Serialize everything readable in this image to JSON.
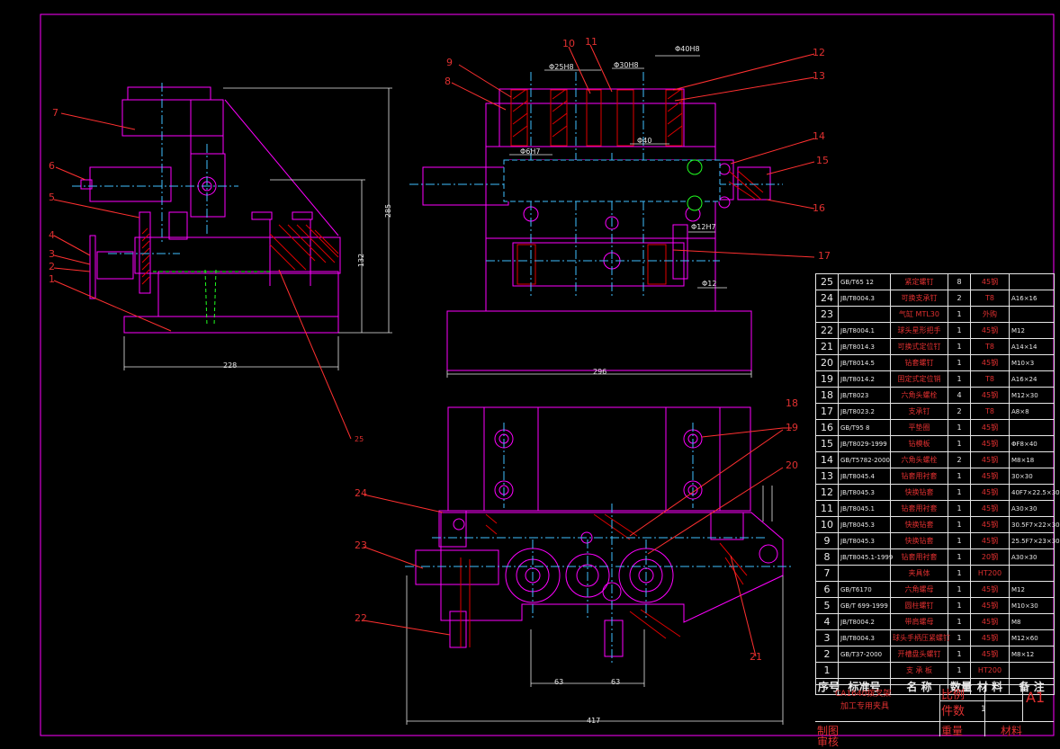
{
  "part_labels": [
    {
      "id": "p1",
      "text": "1"
    },
    {
      "id": "p2",
      "text": "2"
    },
    {
      "id": "p3",
      "text": "3"
    },
    {
      "id": "p4",
      "text": "4"
    },
    {
      "id": "p5",
      "text": "5"
    },
    {
      "id": "p6",
      "text": "6"
    },
    {
      "id": "p7",
      "text": "7"
    },
    {
      "id": "p8",
      "text": "8"
    },
    {
      "id": "p9",
      "text": "9"
    },
    {
      "id": "p10",
      "text": "10"
    },
    {
      "id": "p11",
      "text": "11"
    },
    {
      "id": "p12",
      "text": "12"
    },
    {
      "id": "p13",
      "text": "13"
    },
    {
      "id": "p14",
      "text": "14"
    },
    {
      "id": "p15",
      "text": "15"
    },
    {
      "id": "p16",
      "text": "16"
    },
    {
      "id": "p17",
      "text": "17"
    },
    {
      "id": "p18",
      "text": "18"
    },
    {
      "id": "p19",
      "text": "19"
    },
    {
      "id": "p20",
      "text": "20"
    },
    {
      "id": "p21",
      "text": "21"
    },
    {
      "id": "p22",
      "text": "22"
    },
    {
      "id": "p23",
      "text": "23"
    },
    {
      "id": "p24",
      "text": "24"
    },
    {
      "id": "p25",
      "text": "25"
    }
  ],
  "dimensions": {
    "d1": "228",
    "d2": "296",
    "d3": "417",
    "d4": "63",
    "d5": "63",
    "d6": "285",
    "d7": "132",
    "d8": "Φ40H8",
    "d9": "Φ25H8",
    "d10": "Φ30H8",
    "d11": "Φ40",
    "d12": "Φ6H7",
    "d13": "Φ12H7",
    "d14": "Φ12"
  },
  "bom": {
    "rows": [
      {
        "no": "25",
        "code": "GB/T65 12",
        "name": "紧定螺钉",
        "qty": "8",
        "mat": "45钢",
        "note": ""
      },
      {
        "no": "24",
        "code": "JB/T8004.3",
        "name": "可换支承钉",
        "qty": "2",
        "mat": "T8",
        "note": "A16×16"
      },
      {
        "no": "23",
        "code": "",
        "name": "气缸 MTL30",
        "qty": "1",
        "mat": "外购",
        "note": ""
      },
      {
        "no": "22",
        "code": "JB/T8004.1",
        "name": "球头星形把手",
        "qty": "1",
        "mat": "45钢",
        "note": "M12"
      },
      {
        "no": "21",
        "code": "JB/T8014.3",
        "name": "可换式定位钉",
        "qty": "1",
        "mat": "T8",
        "note": "A14×14"
      },
      {
        "no": "20",
        "code": "JB/T8014.5",
        "name": "钻套螺钉",
        "qty": "1",
        "mat": "45钢",
        "note": "M10×3"
      },
      {
        "no": "19",
        "code": "JB/T8014.2",
        "name": "固定式定位销",
        "qty": "1",
        "mat": "T8",
        "note": "A16×24"
      },
      {
        "no": "18",
        "code": "JB/T8023",
        "name": "六角头螺栓",
        "qty": "4",
        "mat": "45钢",
        "note": "M12×30"
      },
      {
        "no": "17",
        "code": "JB/T8023.2",
        "name": "支承钉",
        "qty": "2",
        "mat": "T8",
        "note": "A8×8"
      },
      {
        "no": "16",
        "code": "GB/T95 8",
        "name": "平垫圈",
        "qty": "1",
        "mat": "45钢",
        "note": ""
      },
      {
        "no": "15",
        "code": "JB/T8029-1999",
        "name": "钻模板",
        "qty": "1",
        "mat": "45钢",
        "note": "ΦF8×40"
      },
      {
        "no": "14",
        "code": "GB/T5782-2000",
        "name": "六角头螺栓",
        "qty": "2",
        "mat": "45钢",
        "note": "M8×18"
      },
      {
        "no": "13",
        "code": "JB/T8045.4",
        "name": "钻套用衬套",
        "qty": "1",
        "mat": "45钢",
        "note": "30×30"
      },
      {
        "no": "12",
        "code": "JB/T8045.3",
        "name": "快换钻套",
        "qty": "1",
        "mat": "45钢",
        "note": "40F7×22.5×30"
      },
      {
        "no": "11",
        "code": "JB/T8045.1",
        "name": "钻套用衬套",
        "qty": "1",
        "mat": "45钢",
        "note": "A30×30"
      },
      {
        "no": "10",
        "code": "JB/T8045.3",
        "name": "快换钻套",
        "qty": "1",
        "mat": "45钢",
        "note": "30.5F7×22×30"
      },
      {
        "no": "9",
        "code": "JB/T8045.3",
        "name": "快换钻套",
        "qty": "1",
        "mat": "45钢",
        "note": "25.5F7×23×30"
      },
      {
        "no": "8",
        "code": "JB/T8045.1-1999",
        "name": "钻套用衬套",
        "qty": "1",
        "mat": "20钢",
        "note": "A30×30"
      },
      {
        "no": "7",
        "code": "",
        "name": "夹具体",
        "qty": "1",
        "mat": "HT200",
        "note": ""
      },
      {
        "no": "6",
        "code": "GB/T6170",
        "name": "六角螺母",
        "qty": "1",
        "mat": "45钢",
        "note": "M12"
      },
      {
        "no": "5",
        "code": "GB/T 699-1999",
        "name": "圆柱螺钉",
        "qty": "1",
        "mat": "45钢",
        "note": "M10×30"
      },
      {
        "no": "4",
        "code": "JB/T8004.2",
        "name": "带肩螺母",
        "qty": "1",
        "mat": "45钢",
        "note": "M8"
      },
      {
        "no": "3",
        "code": "JB/T8004.3",
        "name": "球头手柄压紧螺钉",
        "qty": "1",
        "mat": "45钢",
        "note": "M12×60"
      },
      {
        "no": "2",
        "code": "GB/T37-2000",
        "name": "开槽盘头螺钉",
        "qty": "1",
        "mat": "45钢",
        "note": "M8×12"
      },
      {
        "no": "1",
        "code": "",
        "name": "支 承 板",
        "qty": "1",
        "mat": "HT200",
        "note": ""
      }
    ],
    "header": {
      "no": "序号",
      "code": "标准号",
      "name": "名  称",
      "qty": "数量",
      "mat": "材  料",
      "note": "备  注"
    }
  },
  "titleblock": {
    "title1": "CA1640拨叉架",
    "title2": "加工专用夹具",
    "scale_label": "比例",
    "count_label": "件数",
    "count_value": "1",
    "sheet": "A1",
    "drawn_label": "制图",
    "checked_label": "审核",
    "weight_label": "重量",
    "material_label": "材料"
  },
  "colors": {
    "outline": "#ff00ff",
    "leader": "#ff3030",
    "center": "#40c0ff",
    "hidden": "#20ff20",
    "white": "#ffffff",
    "section": "#e00000"
  }
}
